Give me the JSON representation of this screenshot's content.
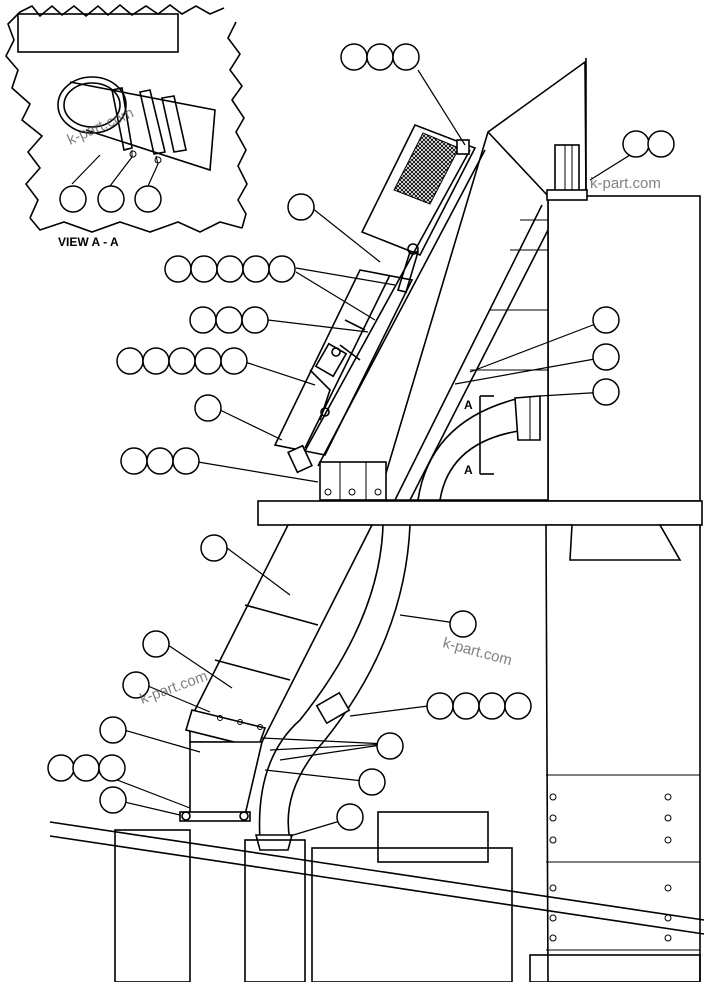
{
  "view_label": "VIEW A - A",
  "section_marker": "A",
  "watermark": "k-part.com",
  "callout_group_sizes": [
    3,
    2,
    3,
    1,
    5,
    3,
    1,
    5,
    1,
    3,
    1,
    1,
    1,
    1,
    1,
    4,
    1,
    3,
    1,
    1,
    1,
    1
  ]
}
